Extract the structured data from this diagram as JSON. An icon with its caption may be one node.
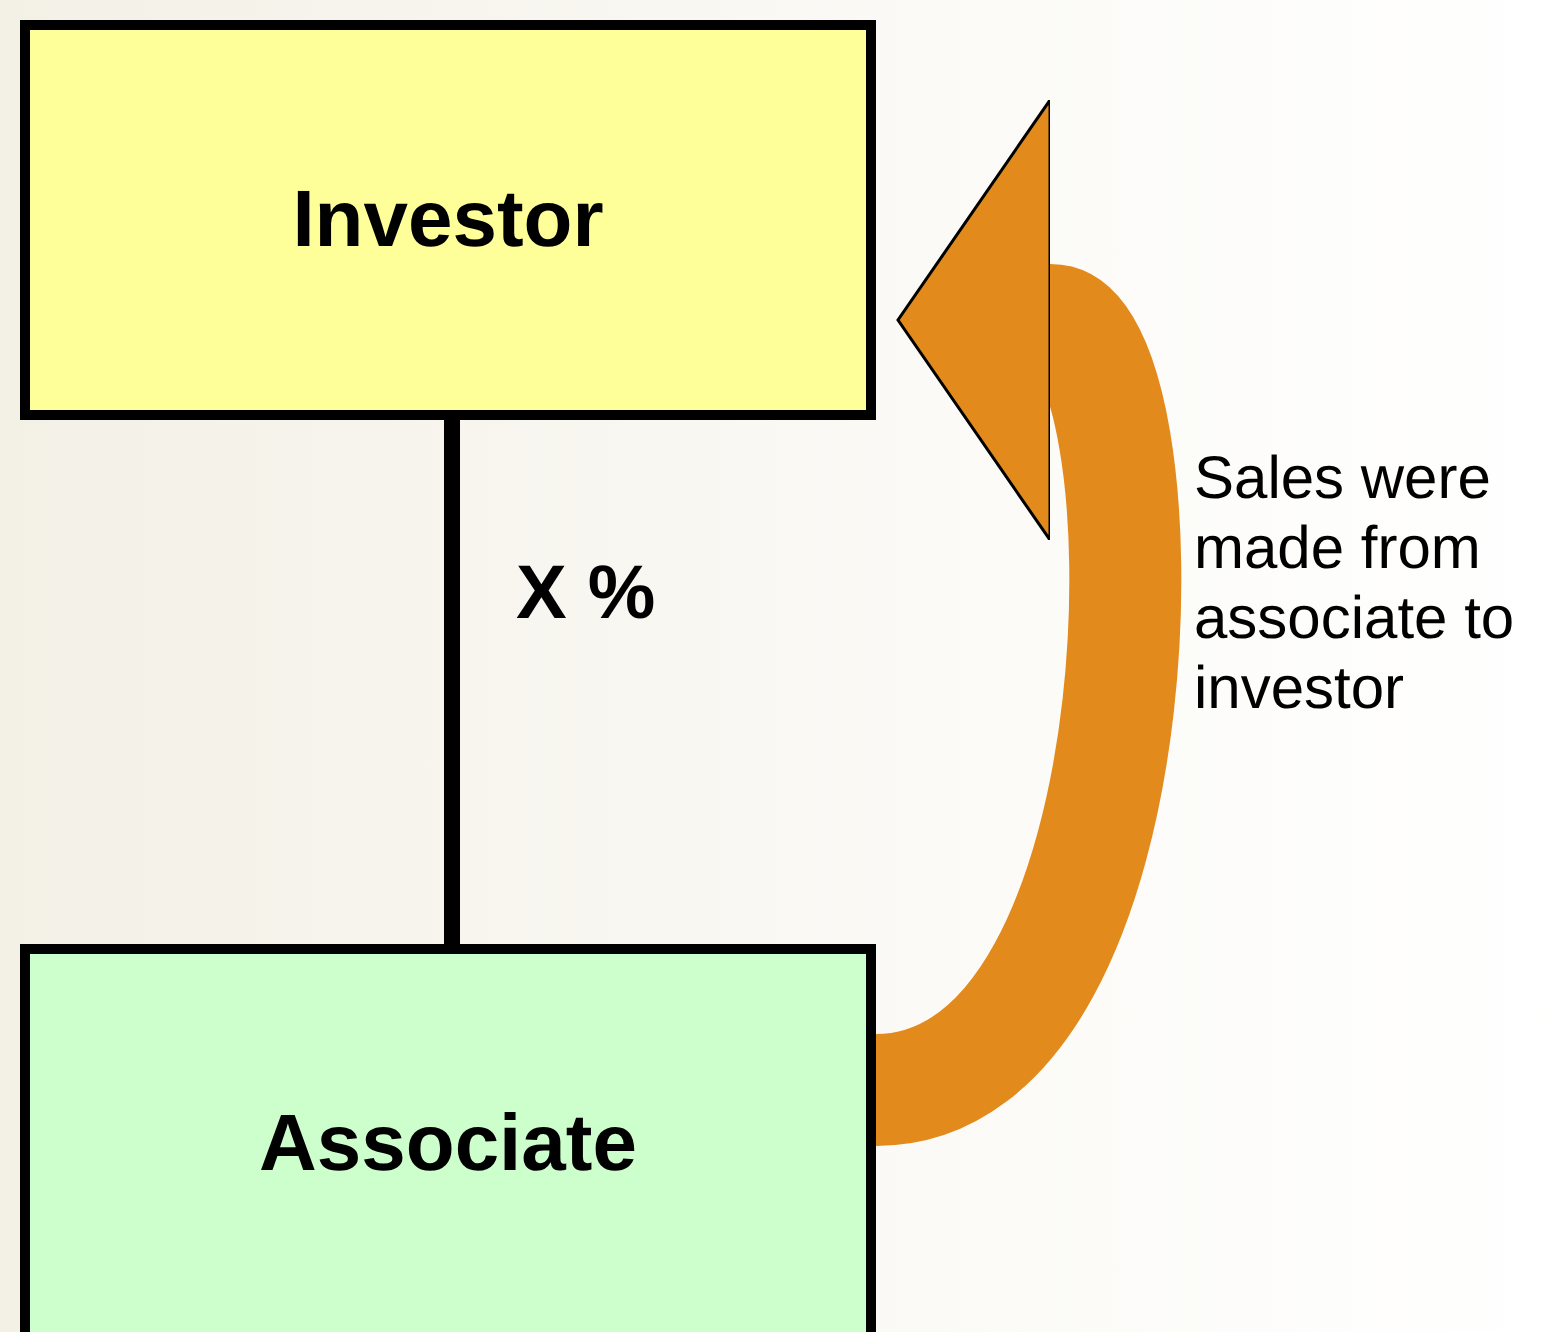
{
  "diagram": {
    "nodes": [
      {
        "text": [
          "Investor"
        ]
      },
      {
        "text": [
          "Associate"
        ]
      }
    ],
    "edges": [
      {
        "from": 0,
        "to": 1,
        "arrow": "none",
        "label": "X %"
      },
      {
        "from": 1,
        "to": 0,
        "arrow": "to",
        "style": "thick",
        "color": "#e38a1c"
      }
    ],
    "labels": [
      "Sales were made from associate to investor"
    ]
  }
}
